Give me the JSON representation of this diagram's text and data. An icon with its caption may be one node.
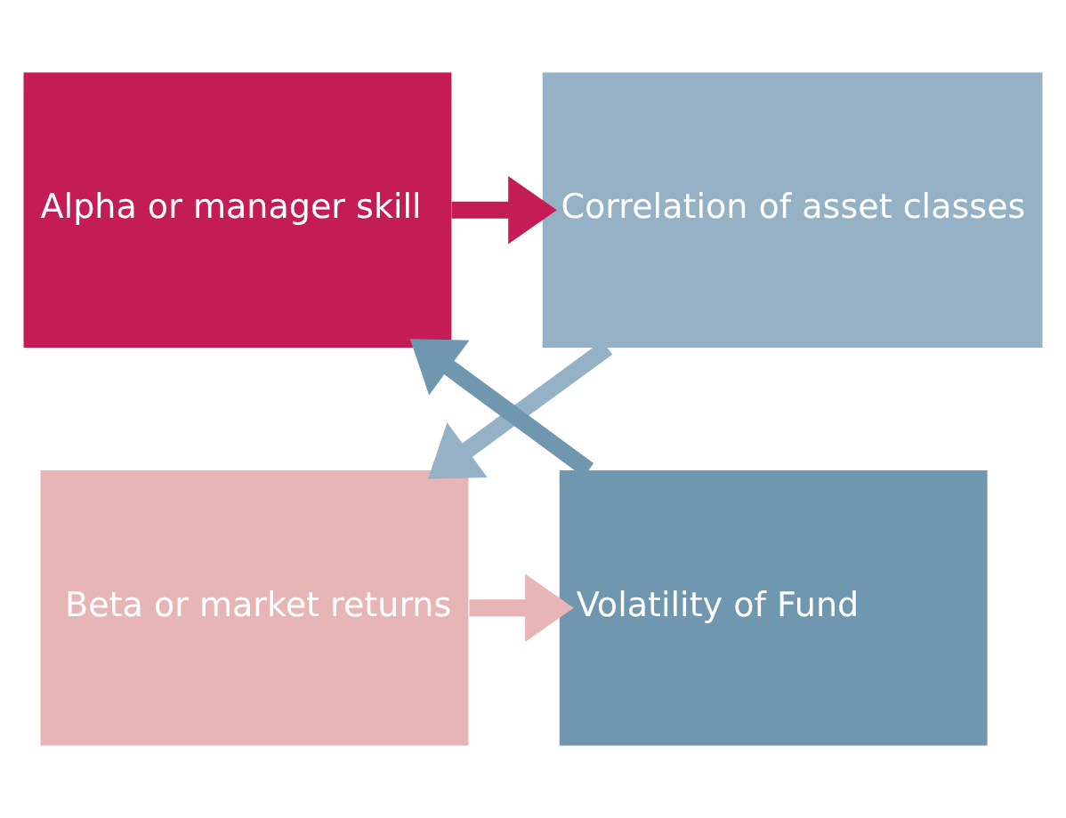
{
  "diagram": {
    "nodes": [
      {
        "text": [
          "Alpha or manager skill"
        ]
      },
      {
        "text": [
          "Correlation of asset classes"
        ]
      },
      {
        "text": [
          "Beta or market returns"
        ]
      },
      {
        "text": [
          "Volatility of Fund"
        ]
      }
    ],
    "edges": [
      {
        "from": 0,
        "to": 1,
        "arrow": "to",
        "color": "#c41c55"
      },
      {
        "from": 1,
        "to": 2,
        "arrow": "to",
        "color": "#94b1c6"
      },
      {
        "from": 2,
        "to": 3,
        "arrow": "to",
        "color": "#e8b5b7"
      },
      {
        "from": 3,
        "to": 0,
        "arrow": "to",
        "color": "#7097b0"
      }
    ]
  }
}
